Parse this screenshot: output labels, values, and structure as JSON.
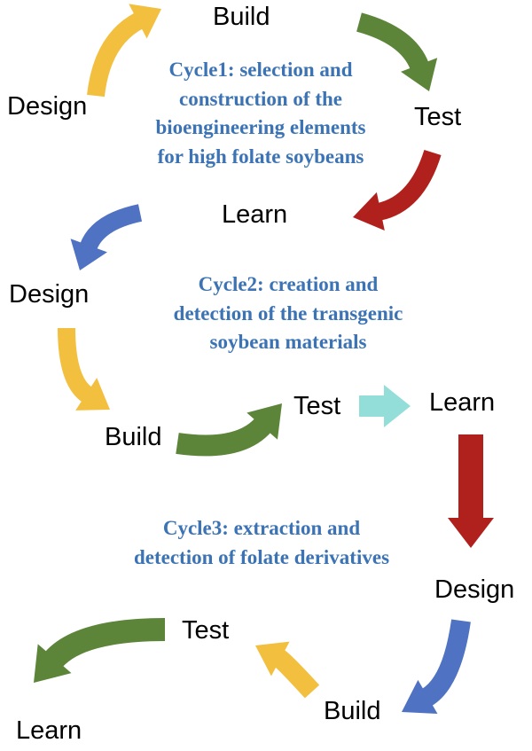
{
  "colors": {
    "yellow": "#f2bf3f",
    "green": "#5c853a",
    "red": "#b0211d",
    "blue": "#4f72c3",
    "cyan": "#93ded8",
    "cycle_text": "#3b73b4"
  },
  "cycle1": {
    "title_lines": [
      "Cycle1:  selection and",
      "construction of the",
      "bioengineering elements",
      "for high folate soybeans"
    ],
    "design": "Design",
    "build": "Build",
    "test": "Test",
    "learn": "Learn"
  },
  "cycle2": {
    "title_lines": [
      "Cycle2:  creation and",
      "detection of the transgenic",
      "soybean materials"
    ],
    "design": "Design",
    "build": "Build",
    "test": "Test",
    "learn": "Learn"
  },
  "cycle3": {
    "title_lines": [
      "Cycle3:  extraction and",
      "detection of folate derivatives"
    ],
    "design": "Design",
    "build": "Build",
    "test": "Test",
    "learn": "Learn"
  }
}
